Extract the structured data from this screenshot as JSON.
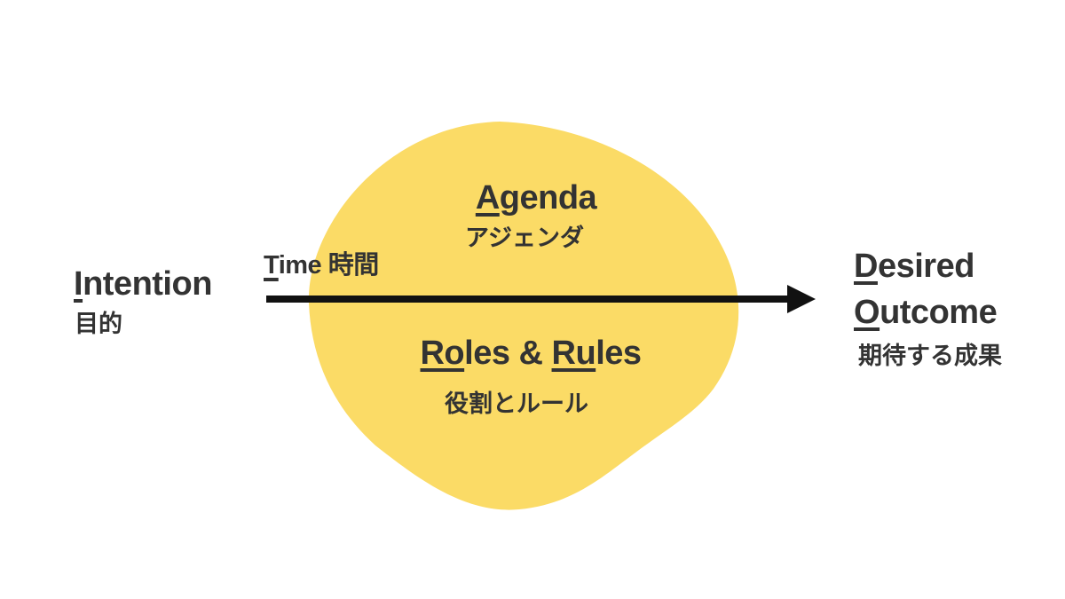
{
  "colors": {
    "background": "#ffffff",
    "text": "#333333",
    "blob": "#fbdb66",
    "arrow": "#111111"
  },
  "texts": {
    "intention": {
      "u": "I",
      "t": "ntention",
      "ja": "目的"
    },
    "time": {
      "u": "T",
      "t": "ime 時間"
    },
    "agenda": {
      "u": "A",
      "t": "genda",
      "ja": "アジェンダ"
    },
    "roles_rules": {
      "u1": "Ro",
      "t1": "les & ",
      "u2": "Ru",
      "t2": "les",
      "ja": "役割とルール"
    },
    "desired_outcome": {
      "u1": "D",
      "t1": "esired",
      "u2": "O",
      "t2": "utcome",
      "ja": "期待する成果"
    }
  }
}
